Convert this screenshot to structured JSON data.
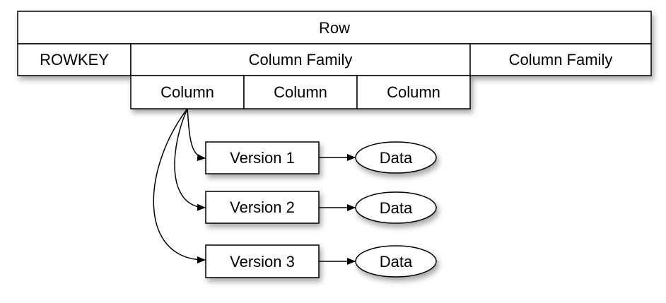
{
  "diagram": {
    "row_label": "Row",
    "rowkey_label": "ROWKEY",
    "column_families": [
      "Column Family",
      "Column Family"
    ],
    "columns": [
      "Column",
      "Column",
      "Column"
    ],
    "versions": [
      {
        "label": "Version 1",
        "data": "Data"
      },
      {
        "label": "Version 2",
        "data": "Data"
      },
      {
        "label": "Version 3",
        "data": "Data"
      }
    ]
  },
  "colors": {
    "stroke": "#000000",
    "fill": "#ffffff",
    "shadow": "#9a9a9a"
  }
}
